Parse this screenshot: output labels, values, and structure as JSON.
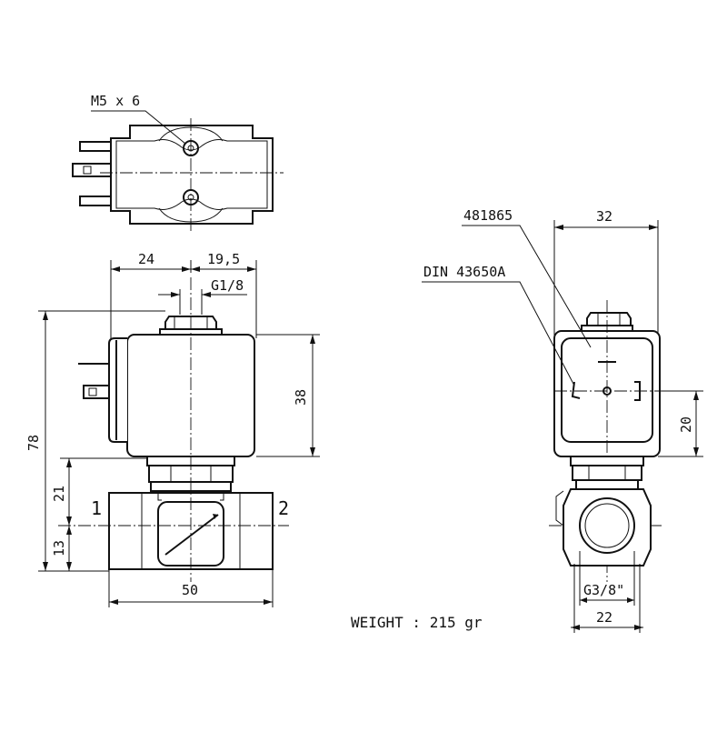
{
  "labels": {
    "screw": "M5 x 6",
    "dim_24": "24",
    "dim_19_5": "19,5",
    "thread_top": "G1/8",
    "dim_78": "78",
    "dim_38": "38",
    "dim_21": "21",
    "dim_13": "13",
    "port_1": "1",
    "port_2": "2",
    "dim_50": "50",
    "part_number": "481865",
    "connector_standard": "DIN 43650A",
    "dim_32": "32",
    "dim_20": "20",
    "thread_side": "G3/8\"",
    "dim_22": "22",
    "weight": "WEIGHT : 215 gr"
  }
}
